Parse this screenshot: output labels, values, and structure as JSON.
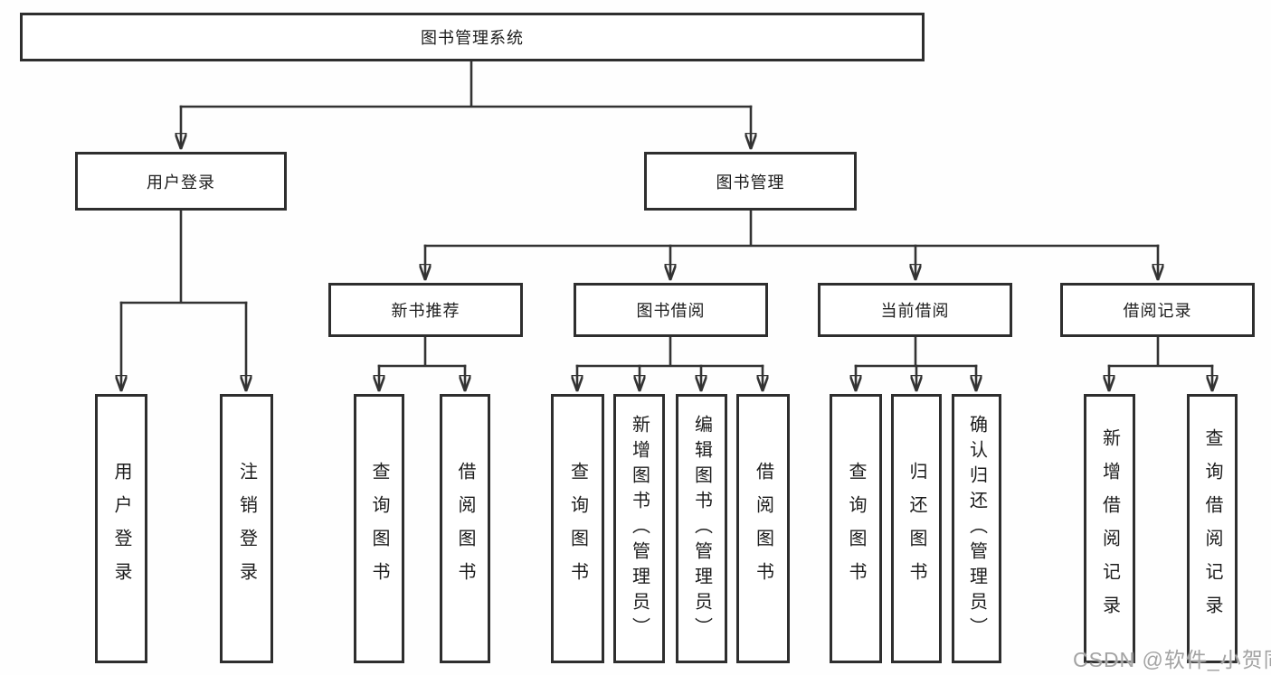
{
  "title": "图书管理系统",
  "tree": {
    "root": {
      "label": "图书管理系统"
    },
    "branches": [
      {
        "label": "用户登录",
        "children": [
          {
            "label": "用户登录"
          },
          {
            "label": "注销登录"
          }
        ]
      },
      {
        "label": "图书管理",
        "children": [
          {
            "label": "新书推荐",
            "children": [
              {
                "label": "查询图书"
              },
              {
                "label": "借阅图书"
              }
            ]
          },
          {
            "label": "图书借阅",
            "children": [
              {
                "label": "查询图书"
              },
              {
                "label": "新增图书（管理员）"
              },
              {
                "label": "编辑图书（管理员）"
              },
              {
                "label": "借阅图书"
              }
            ]
          },
          {
            "label": "当前借阅",
            "children": [
              {
                "label": "查询图书"
              },
              {
                "label": "归还图书"
              },
              {
                "label": "确认归还（管理员）"
              }
            ]
          },
          {
            "label": "借阅记录",
            "children": [
              {
                "label": "新增借阅记录"
              },
              {
                "label": "查询借阅记录"
              }
            ]
          }
        ]
      }
    ]
  },
  "watermark": "CSDN @软件_小贺同学",
  "colors": {
    "line": "#333333",
    "box_border": "#2e2e2e",
    "text": "#1c1c1c",
    "watermark_text": "#a3a3a3",
    "background": "#fefefe"
  }
}
